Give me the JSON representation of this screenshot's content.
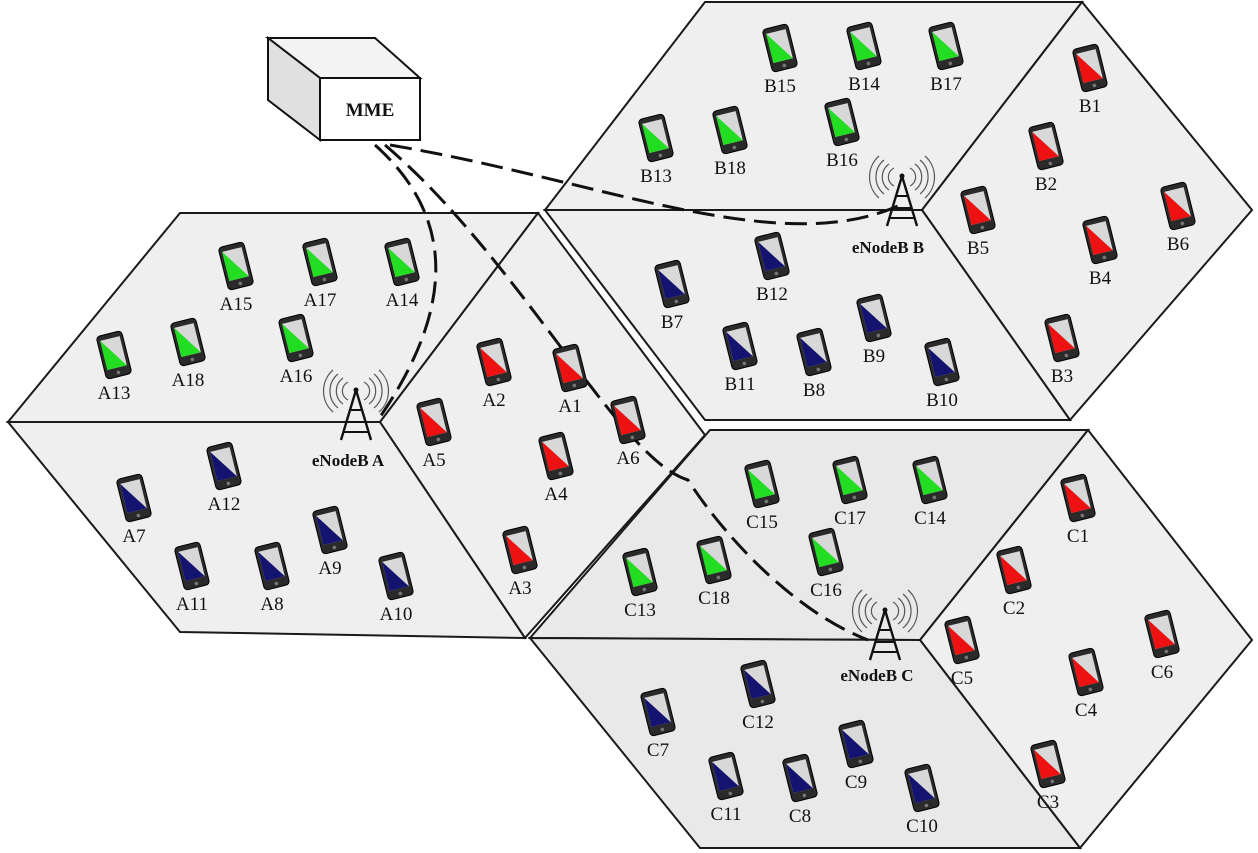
{
  "colors": {
    "background": "#ffffff",
    "sector_fill": "#efefef",
    "sector_stroke": "#1a1a1a",
    "device_green": "#22dd22",
    "device_red": "#ee1111",
    "device_blue": "#141470",
    "device_body": "#2a2a2a",
    "link": "#111111"
  },
  "mme": {
    "label": "MME"
  },
  "cells": [
    {
      "id": "A",
      "enodeb_label": "eNodeB A",
      "devices": [
        {
          "label": "A15",
          "color": "green"
        },
        {
          "label": "A17",
          "color": "green"
        },
        {
          "label": "A14",
          "color": "green"
        },
        {
          "label": "A13",
          "color": "green"
        },
        {
          "label": "A18",
          "color": "green"
        },
        {
          "label": "A16",
          "color": "green"
        },
        {
          "label": "A2",
          "color": "red"
        },
        {
          "label": "A1",
          "color": "red"
        },
        {
          "label": "A5",
          "color": "red"
        },
        {
          "label": "A6",
          "color": "red"
        },
        {
          "label": "A4",
          "color": "red"
        },
        {
          "label": "A3",
          "color": "red"
        },
        {
          "label": "A7",
          "color": "blue"
        },
        {
          "label": "A12",
          "color": "blue"
        },
        {
          "label": "A11",
          "color": "blue"
        },
        {
          "label": "A8",
          "color": "blue"
        },
        {
          "label": "A9",
          "color": "blue"
        },
        {
          "label": "A10",
          "color": "blue"
        }
      ]
    },
    {
      "id": "B",
      "enodeb_label": "eNodeB B",
      "devices": [
        {
          "label": "B15",
          "color": "green"
        },
        {
          "label": "B14",
          "color": "green"
        },
        {
          "label": "B17",
          "color": "green"
        },
        {
          "label": "B13",
          "color": "green"
        },
        {
          "label": "B18",
          "color": "green"
        },
        {
          "label": "B16",
          "color": "green"
        },
        {
          "label": "B1",
          "color": "red"
        },
        {
          "label": "B2",
          "color": "red"
        },
        {
          "label": "B5",
          "color": "red"
        },
        {
          "label": "B6",
          "color": "red"
        },
        {
          "label": "B4",
          "color": "red"
        },
        {
          "label": "B3",
          "color": "red"
        },
        {
          "label": "B7",
          "color": "blue"
        },
        {
          "label": "B12",
          "color": "blue"
        },
        {
          "label": "B11",
          "color": "blue"
        },
        {
          "label": "B8",
          "color": "blue"
        },
        {
          "label": "B9",
          "color": "blue"
        },
        {
          "label": "B10",
          "color": "blue"
        }
      ]
    },
    {
      "id": "C",
      "enodeb_label": "eNodeB C",
      "devices": [
        {
          "label": "C15",
          "color": "green"
        },
        {
          "label": "C17",
          "color": "green"
        },
        {
          "label": "C14",
          "color": "green"
        },
        {
          "label": "C13",
          "color": "green"
        },
        {
          "label": "C18",
          "color": "green"
        },
        {
          "label": "C16",
          "color": "green"
        },
        {
          "label": "C1",
          "color": "red"
        },
        {
          "label": "C2",
          "color": "red"
        },
        {
          "label": "C5",
          "color": "red"
        },
        {
          "label": "C6",
          "color": "red"
        },
        {
          "label": "C4",
          "color": "red"
        },
        {
          "label": "C3",
          "color": "red"
        },
        {
          "label": "C7",
          "color": "blue"
        },
        {
          "label": "C12",
          "color": "blue"
        },
        {
          "label": "C11",
          "color": "blue"
        },
        {
          "label": "C8",
          "color": "blue"
        },
        {
          "label": "C9",
          "color": "blue"
        },
        {
          "label": "C10",
          "color": "blue"
        }
      ]
    }
  ]
}
